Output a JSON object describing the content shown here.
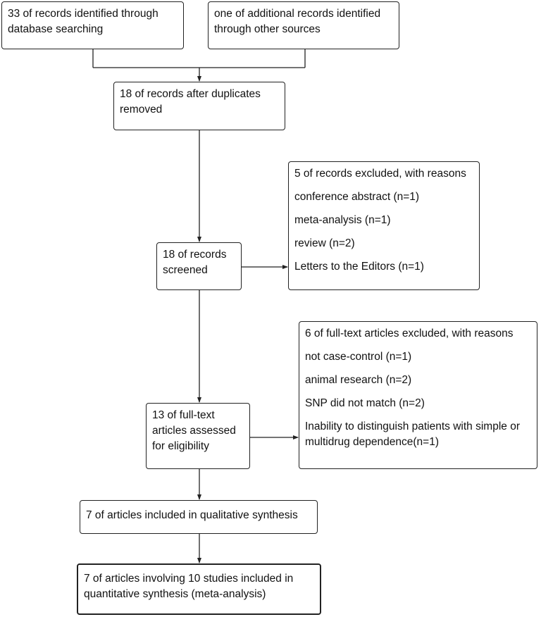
{
  "identification": {
    "database": [
      "33 of records identified through",
      "database searching"
    ],
    "other": [
      "one of additional records identified",
      "through other sources"
    ]
  },
  "duplicates": [
    "18 of records after duplicates",
    "removed"
  ],
  "screened": [
    "18 of records",
    "screened"
  ],
  "excluded_records": {
    "title": "5 of records excluded, with reasons",
    "reasons": [
      "conference abstract (n=1)",
      "meta-analysis (n=1)",
      "review (n=2)",
      "Letters to the Editors (n=1)"
    ]
  },
  "full_text": [
    "13 of full-text",
    "articles assessed",
    "for eligibility"
  ],
  "excluded_full_text": {
    "title": "6 of full-text articles excluded, with reasons",
    "reasons": [
      "not case-control (n=1)",
      "animal research (n=2)",
      "SNP did not match (n=2)"
    ],
    "last_reason": [
      "Inability to distinguish patients with simple or",
      "multidrug dependence(n=1)"
    ]
  },
  "qualitative": "7 of articles included in qualitative synthesis",
  "quantitative": [
    "7 of articles involving 10 studies included in",
    "quantitative synthesis (meta-analysis)"
  ]
}
